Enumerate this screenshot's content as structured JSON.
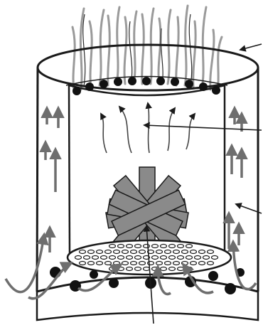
{
  "figure": {
    "parts": [
      {
        "id": "top-leader",
        "icon": "arrow-left-icon"
      },
      {
        "id": "center-leader",
        "icon": "arrow-left-icon"
      },
      {
        "id": "side-leader",
        "icon": "arrow-left-icon"
      },
      {
        "id": "bottom-leader",
        "icon": "line-icon"
      }
    ],
    "palette": {
      "ink": "#1a1a1a",
      "fuel": "#8a8a8a",
      "vapor": "#9a9a9a",
      "flow": "#6e6e6e",
      "paper": "#ffffff"
    }
  }
}
